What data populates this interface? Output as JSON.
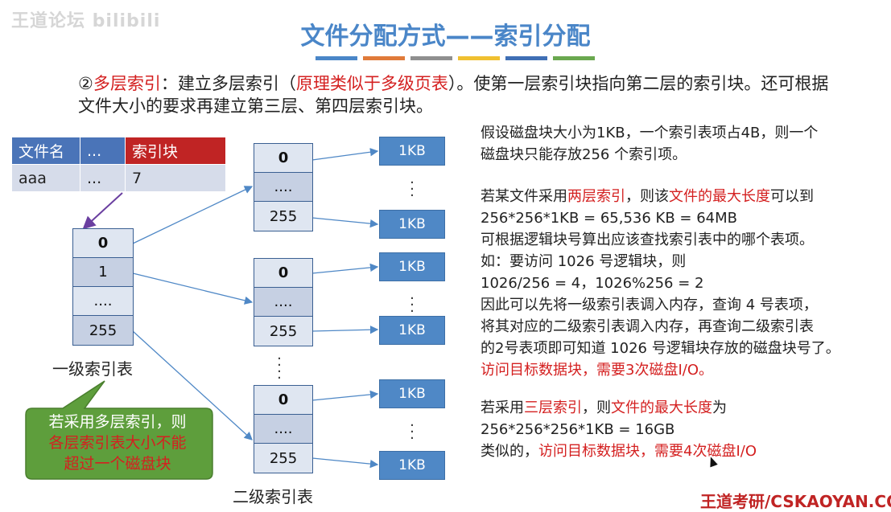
{
  "watermark": "王道论坛 bilibili",
  "title": "文件分配方式——索引分配",
  "stripe_colors": [
    "#4a86c8",
    "#e07a3a",
    "#8f8f8f",
    "#f0c030",
    "#3f6fb5",
    "#6aa84f"
  ],
  "intro": {
    "prefix": "②",
    "term": "多层索引",
    "part1": "：建立多层索引（",
    "term2": "原理类似于多级页表",
    "part2": "）。使第一层索引块指向第二层的索引块。还可根据",
    "line2": "文件大小的要求再建立第三层、第四层索引块。"
  },
  "fcb_table": {
    "headers": [
      "文件名",
      "...",
      "索引块"
    ],
    "row": [
      "aaa",
      "...",
      "7"
    ]
  },
  "level1": {
    "cells": [
      "0",
      "1",
      "....",
      "255"
    ],
    "label": "一级索引表"
  },
  "level2": {
    "tables": [
      [
        "0",
        "....",
        "255"
      ],
      [
        "0",
        "....",
        "255"
      ],
      [
        "0",
        "....",
        "255"
      ]
    ],
    "label": "二级索引表"
  },
  "data_block_label": "1KB",
  "dots": "⋮",
  "callout": {
    "line1": "若采用多层索引，则",
    "line2": "各层索引表大小不能",
    "line3": "超过一个磁盘块"
  },
  "right_text": {
    "p1_l1": "假设磁盘块大小为1KB，一个索引表项占4B，则一个",
    "p1_l2": "磁盘块只能存放256 个索引项。",
    "p2_l1a": "若某文件采用",
    "p2_l1b": "两层索引",
    "p2_l1c": "，则该",
    "p2_l1d": "文件的最大长度",
    "p2_l1e": "可以到",
    "p2_l2": "256*256*1KB = 65,536 KB = 64MB",
    "p2_l3": "可根据逻辑块号算出应该查找索引表中的哪个表项。",
    "p2_l4": "如：要访问 1026 号逻辑块，则",
    "p2_l5": "1026/256 = 4，1026%256 = 2",
    "p2_l6": "因此可以先将一级索引表调入内存，查询 4 号表项，",
    "p2_l7": "将其对应的二级索引表调入内存，再查询二级索引表",
    "p2_l8": "的2号表项即可知道 1026 号逻辑块存放的磁盘块号了。",
    "p2_l9": "访问目标数据块，需要3次磁盘I/O。",
    "p3_l1a": "若采用",
    "p3_l1b": "三层索引",
    "p3_l1c": "，则",
    "p3_l1d": "文件的最大长度",
    "p3_l1e": "为",
    "p3_l2": "256*256*256*1KB = 16GB",
    "p3_l3a": "类似的，",
    "p3_l3b": "访问目标数据块，需要4次磁盘I/O"
  },
  "footer": "王道考研/CSKAOYAN.COM"
}
